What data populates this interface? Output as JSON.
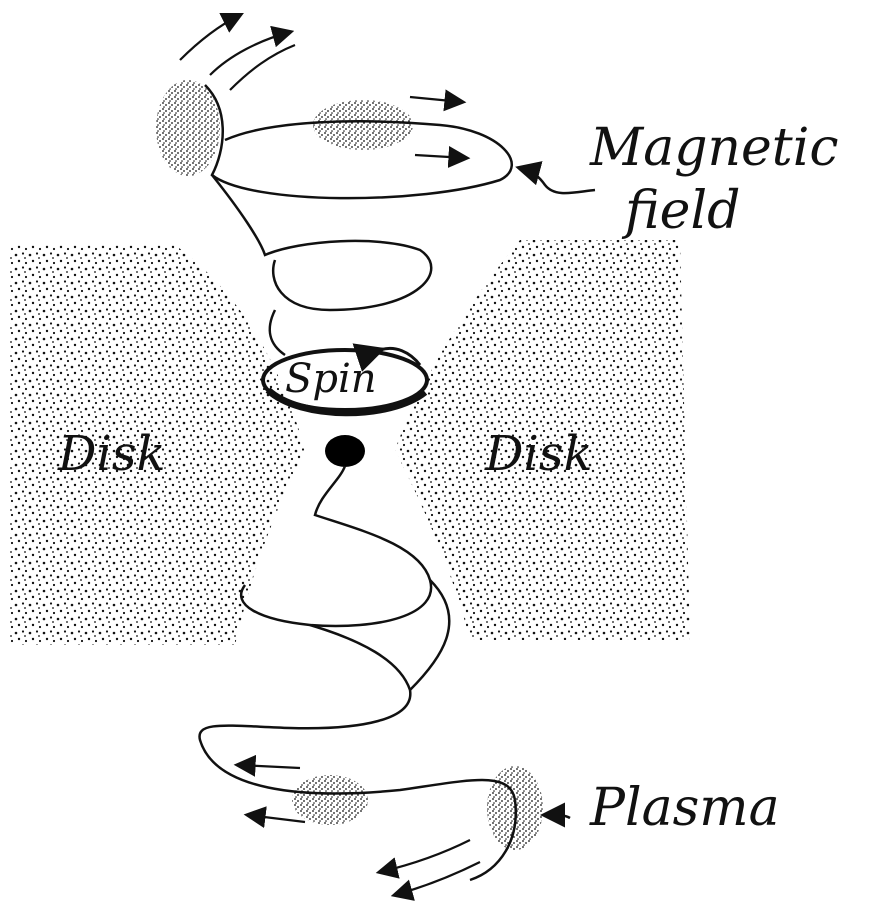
{
  "labels": {
    "magnetic_line1": "Magnetic",
    "magnetic_line2": "field",
    "spin": "Spin",
    "disk_left": "Disk",
    "disk_right": "Disk",
    "plasma": "Plasma"
  },
  "colors": {
    "ink": "#111111",
    "paper": "#ffffff"
  }
}
